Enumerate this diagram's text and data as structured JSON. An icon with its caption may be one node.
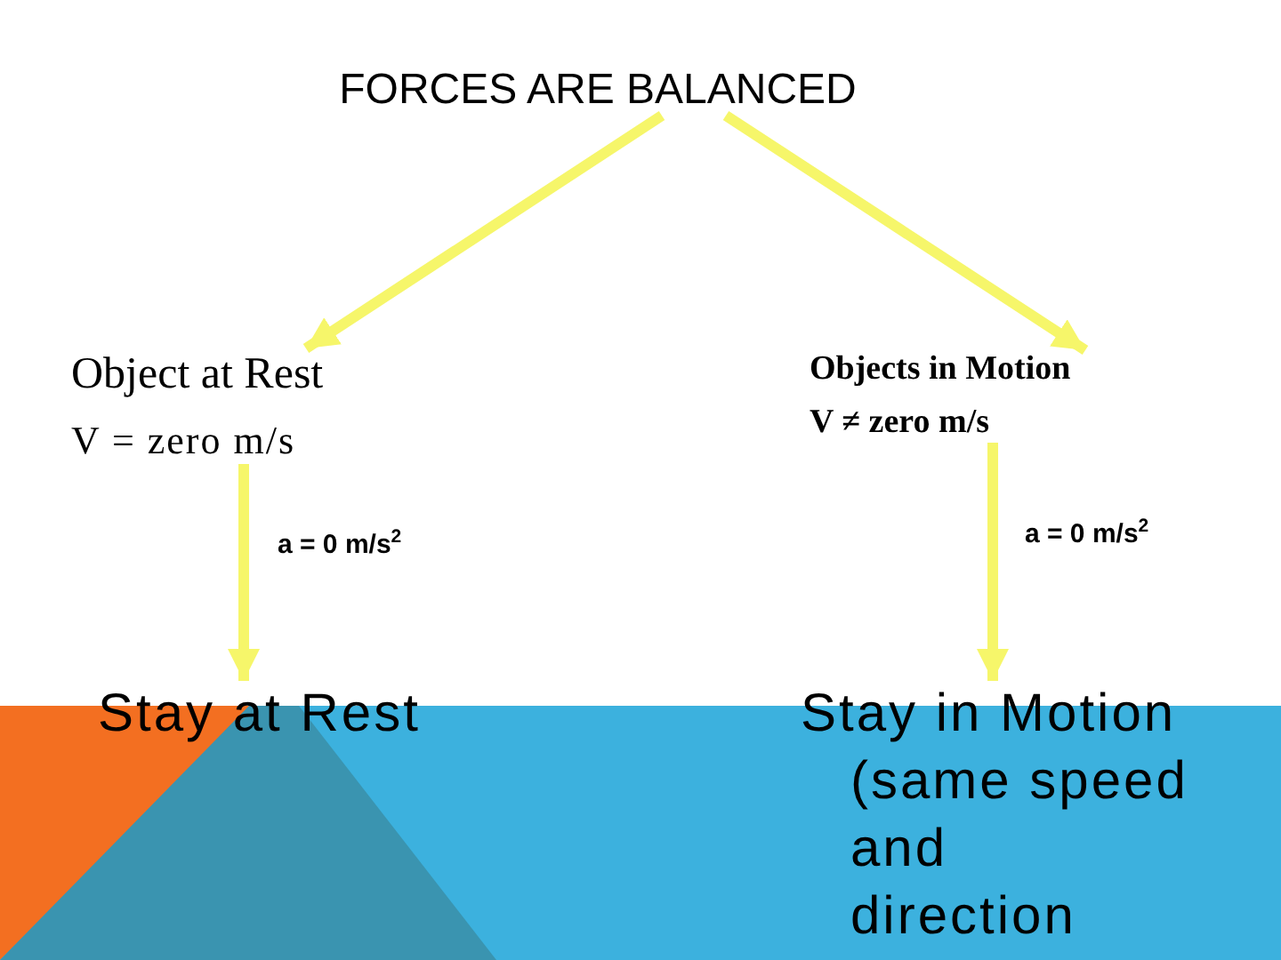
{
  "diagram": {
    "nodes": [
      {
        "text": [
          "FORCES ARE BALANCED"
        ]
      },
      {
        "text": [
          "Object at Rest",
          "V = zero m/s"
        ]
      },
      {
        "text": [
          "Objects in Motion",
          "V ≠ zero m/s"
        ]
      },
      {
        "text": [
          "Stay at Rest"
        ]
      },
      {
        "text": [
          "Stay in Motion (same speed and direction"
        ]
      }
    ],
    "edges": [
      {
        "from": 0,
        "to": 1,
        "arrow": "to"
      },
      {
        "from": 0,
        "to": 2,
        "arrow": "to"
      },
      {
        "from": 1,
        "to": 3,
        "label": "a = 0 m/s$^{2}$",
        "arrow": "to"
      },
      {
        "from": 2,
        "to": 4,
        "label": "a = 0 m/s$^{2}$",
        "arrow": "to"
      }
    ]
  }
}
